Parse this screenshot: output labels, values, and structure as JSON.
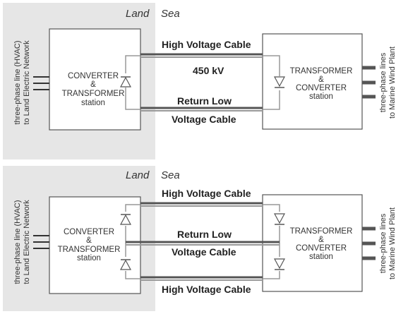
{
  "diagrams": [
    {
      "land_label": "Land",
      "sea_label": "Sea",
      "cable_labels": [
        "High Voltage Cable",
        "450 kV",
        "Return Low",
        "Voltage Cable"
      ],
      "land_station": [
        "CONVERTER",
        "&",
        "TRANSFORMER",
        "station"
      ],
      "sea_station": [
        "TRANSFORMER",
        "&",
        "CONVERTER",
        "station"
      ],
      "left_side_text": [
        "three-phase line (HVAC)",
        "to Land Electric Network"
      ],
      "right_side_text": [
        "three-phase lines",
        "to Marine Wind Plant"
      ]
    },
    {
      "land_label": "Land",
      "sea_label": "Sea",
      "cable_labels": [
        "High Voltage Cable",
        "Return Low",
        "Voltage Cable",
        "High Voltage Cable"
      ],
      "land_station": [
        "CONVERTER",
        "&",
        "TRANSFORMER",
        "station"
      ],
      "sea_station": [
        "TRANSFORMER",
        "&",
        "CONVERTER",
        "station"
      ],
      "left_side_text": [
        "three-phase line (HVAC)",
        "to Land Electric Network"
      ],
      "right_side_text": [
        "three-phase lines",
        "to Marine Wind Plant"
      ]
    }
  ]
}
